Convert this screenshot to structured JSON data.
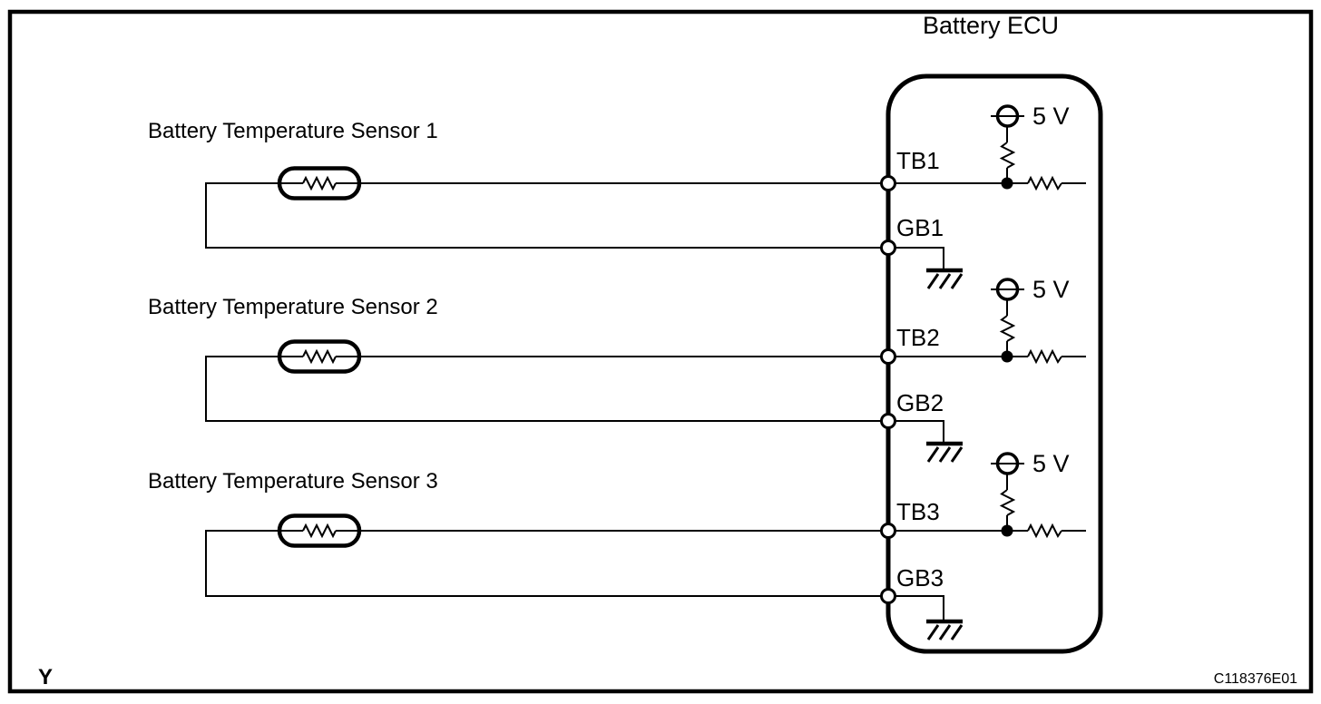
{
  "diagram": {
    "ecu_title": "Battery ECU",
    "supply_label": "5 V",
    "page_marker": "Y",
    "figure_code": "C118376E01",
    "colors": {
      "line": "#000000",
      "background": "#ffffff"
    },
    "sensors": [
      {
        "label": "Battery Temperature Sensor 1",
        "signal_terminal": "TB1",
        "ground_terminal": "GB1"
      },
      {
        "label": "Battery Temperature Sensor 2",
        "signal_terminal": "TB2",
        "ground_terminal": "GB2"
      },
      {
        "label": "Battery Temperature Sensor 3",
        "signal_terminal": "TB3",
        "ground_terminal": "GB3"
      }
    ],
    "symbols": {
      "thermistor": "capsule-with-resistor-zigzag",
      "terminal": "open-circle-on-ecu-border",
      "supply_source": "circle-with-crossing-line-5v",
      "pullup_resistor": "vertical-zigzag",
      "series_resistor": "horizontal-zigzag",
      "junction": "filled-dot",
      "ground": "bar-with-three-diagonal-hatches"
    }
  }
}
